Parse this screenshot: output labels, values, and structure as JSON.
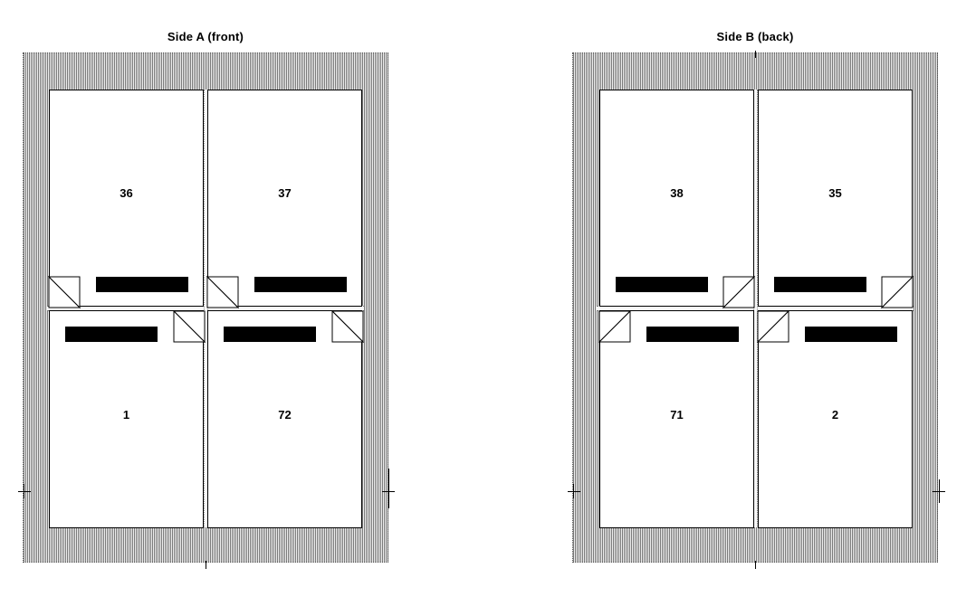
{
  "sides": [
    {
      "title": "Side A (front)",
      "pages": [
        {
          "number": "36"
        },
        {
          "number": "37"
        },
        {
          "number": "1"
        },
        {
          "number": "72"
        }
      ]
    },
    {
      "title": "Side B (back)",
      "pages": [
        {
          "number": "38"
        },
        {
          "number": "35"
        },
        {
          "number": "71"
        },
        {
          "number": "2"
        }
      ]
    }
  ]
}
